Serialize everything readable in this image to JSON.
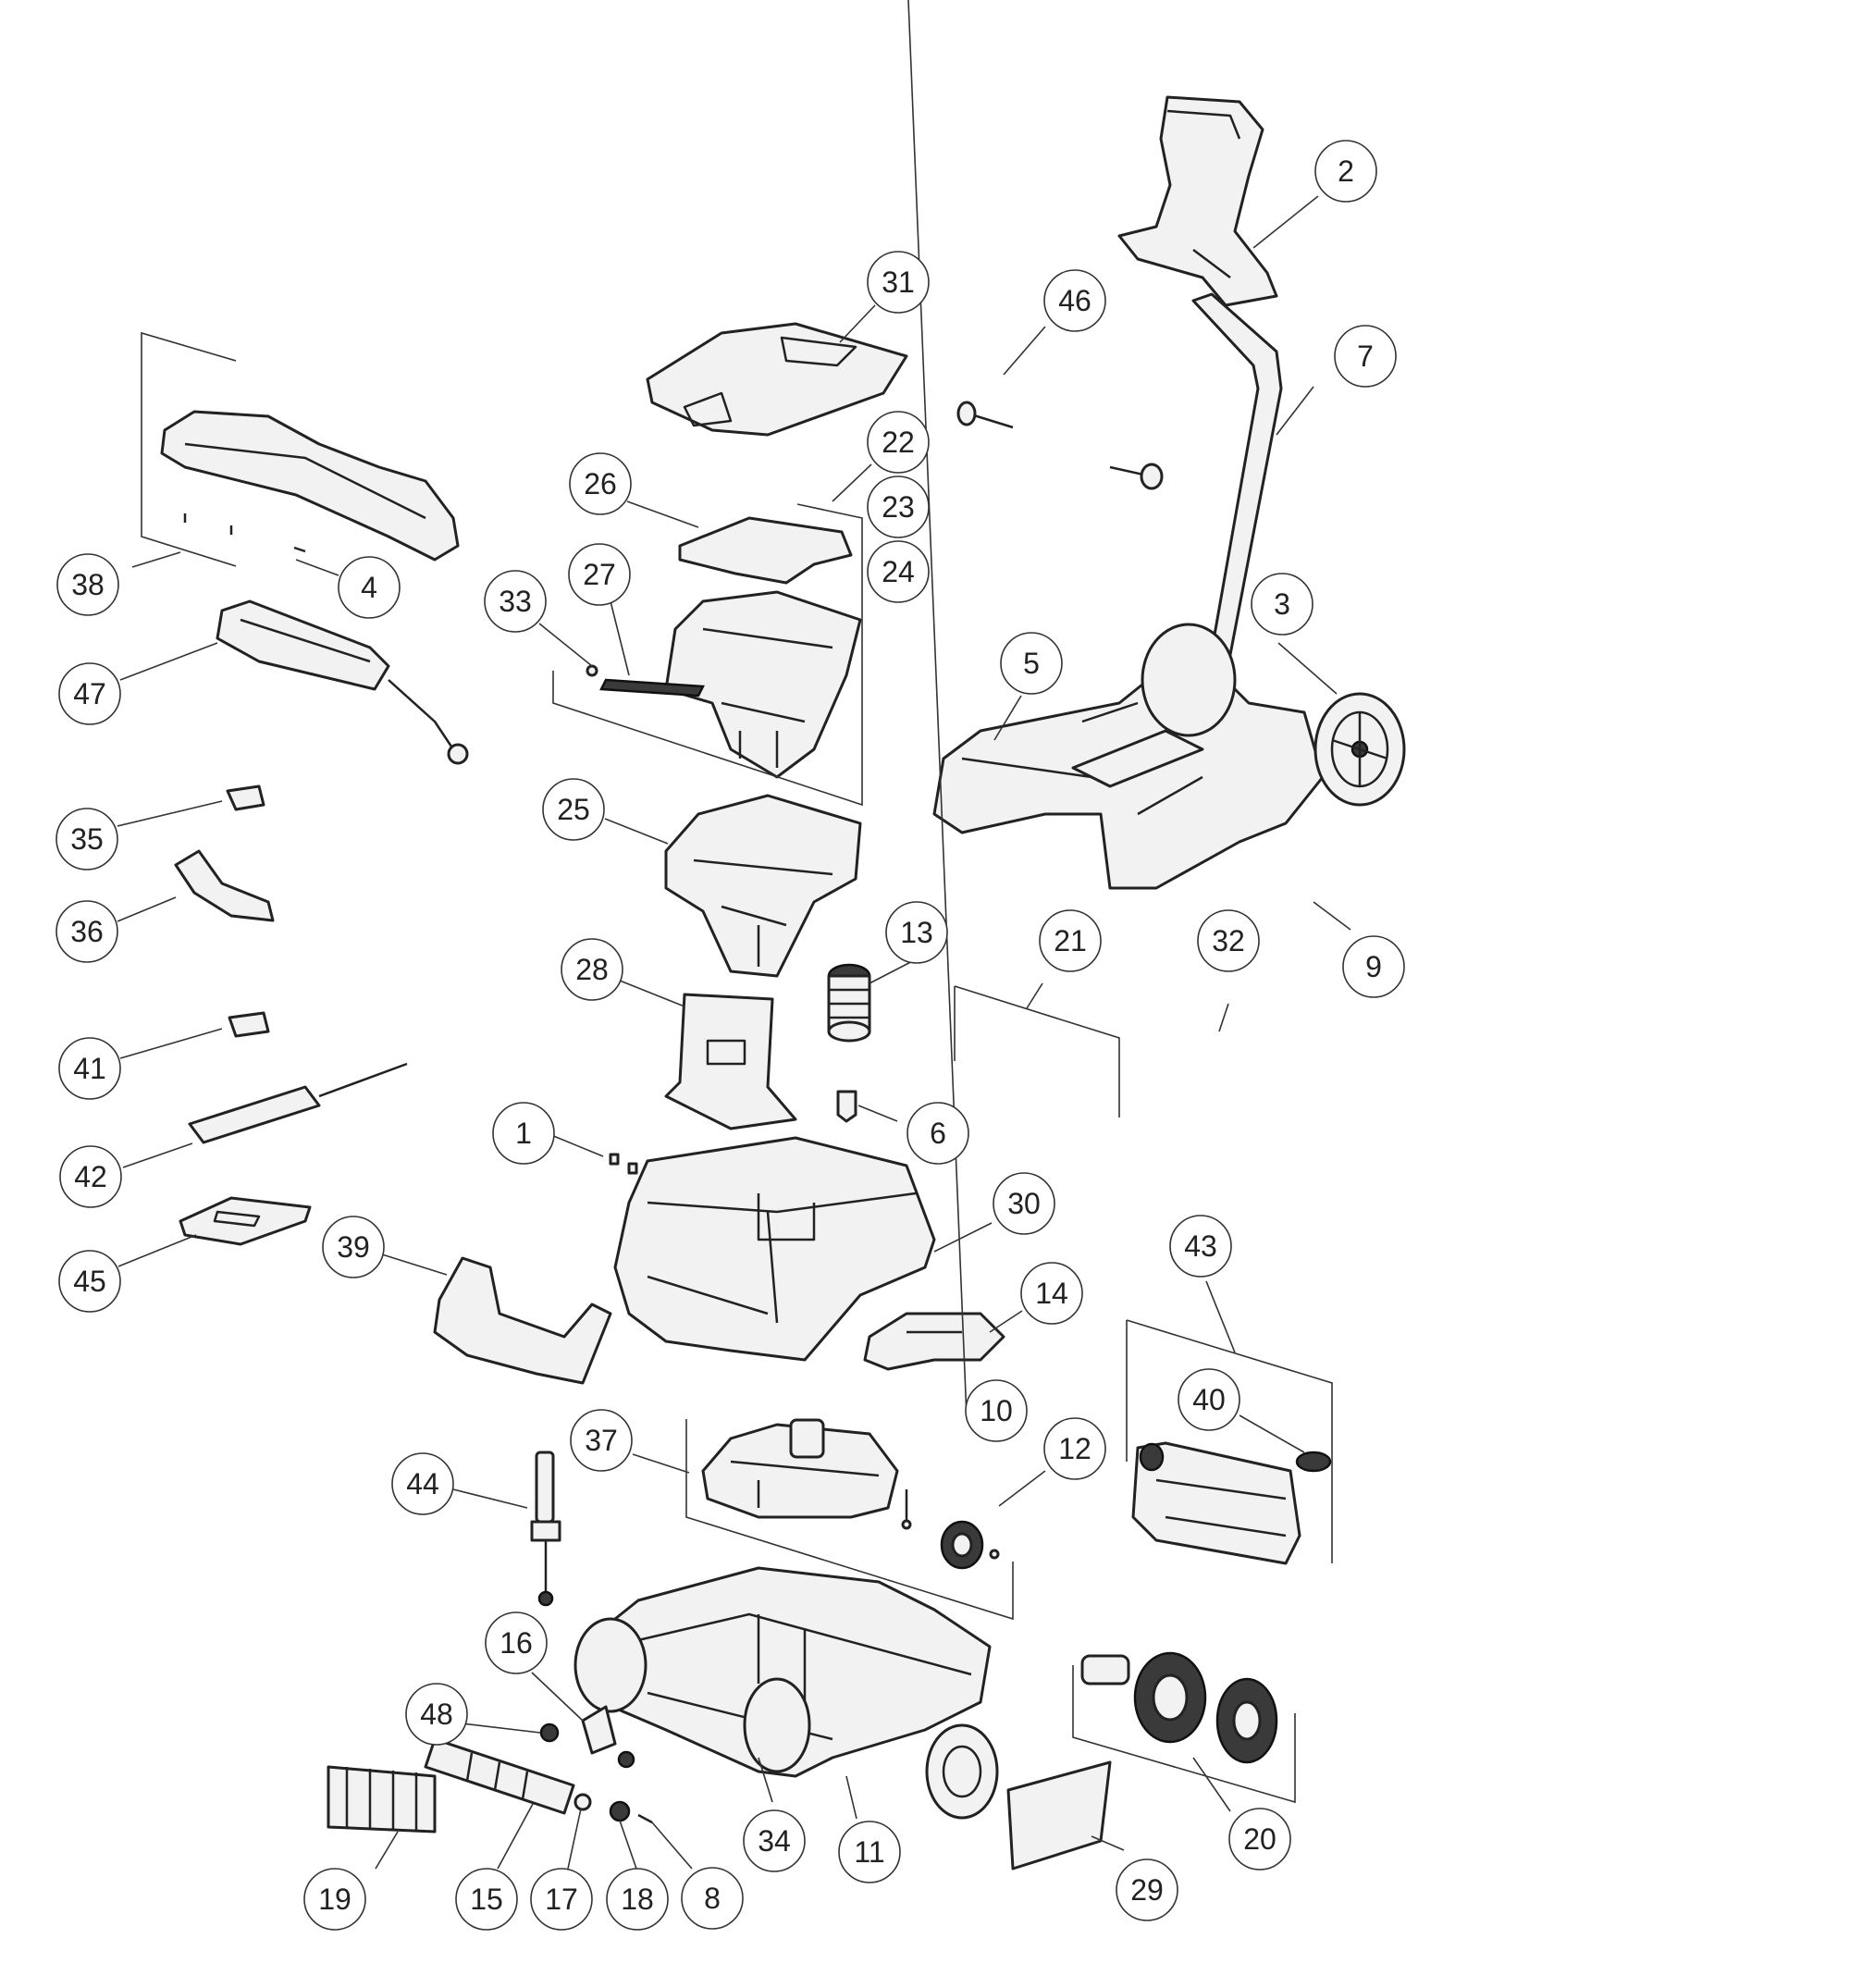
{
  "callouts": [
    "1",
    "2",
    "3",
    "4",
    "5",
    "6",
    "7",
    "8",
    "9",
    "10",
    "11",
    "12",
    "13",
    "14",
    "15",
    "16",
    "17",
    "18",
    "19",
    "20",
    "21",
    "22",
    "23",
    "24",
    "25",
    "26",
    "27",
    "28",
    "29",
    "30",
    "31",
    "32",
    "33",
    "34",
    "35",
    "36",
    "37",
    "38",
    "39",
    "40",
    "41",
    "42",
    "43",
    "44",
    "45",
    "46",
    "47",
    "48"
  ]
}
